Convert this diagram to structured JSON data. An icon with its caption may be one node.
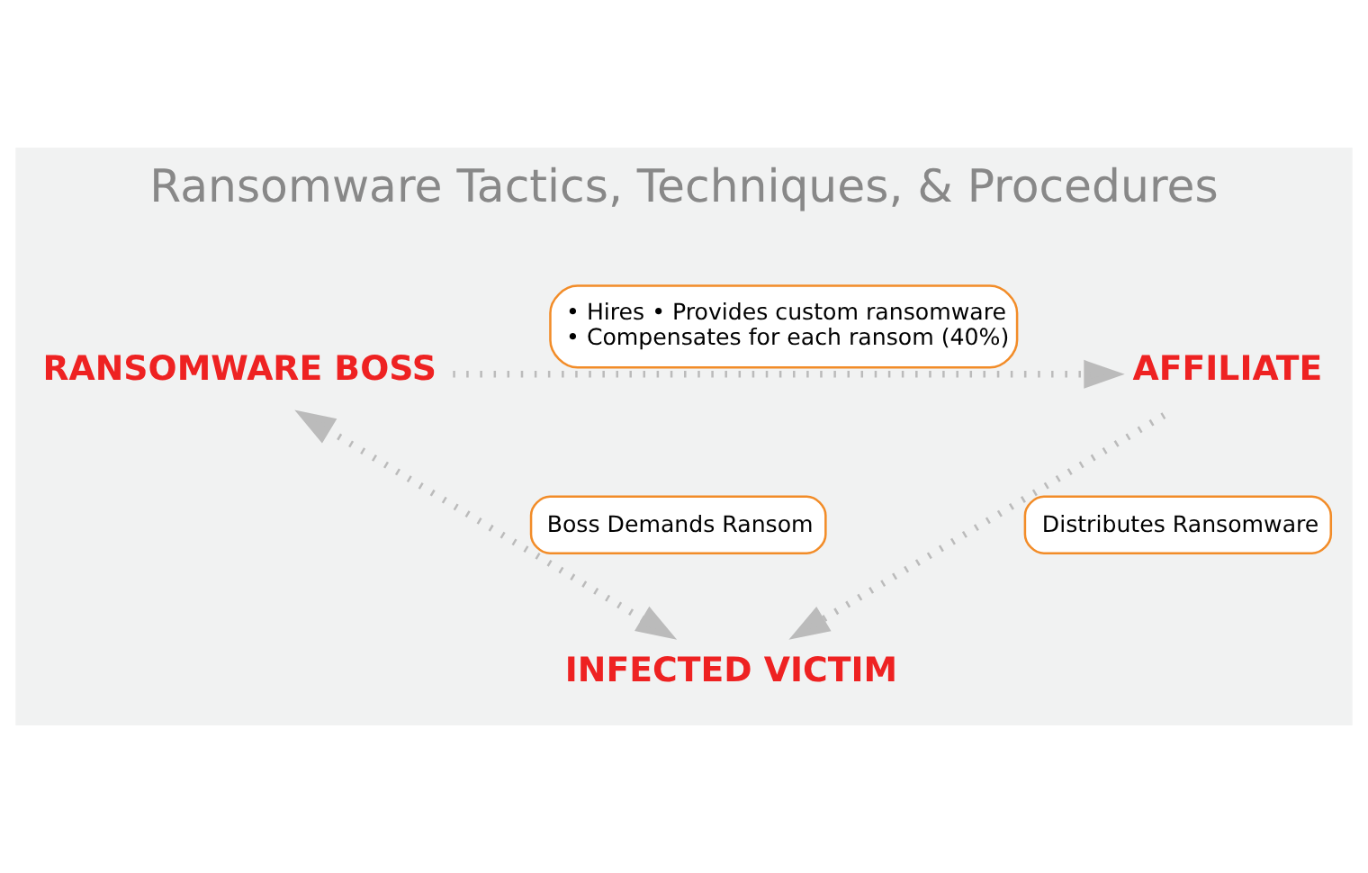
{
  "diagram": {
    "title": "Ransomware Tactics, Techniques, & Procedures",
    "nodes": [
      {
        "text": [
          "RANSOMWARE BOSS"
        ]
      },
      {
        "text": [
          "AFFILIATE"
        ]
      },
      {
        "text": [
          "INFECTED VICTIM"
        ]
      }
    ],
    "edges": [
      {
        "from": 0,
        "to": 1,
        "arrow": "to",
        "label": "• Hires • Provides custom ransomware • Compensates for each ransom (40%)"
      },
      {
        "from": 0,
        "to": 2,
        "arrow": "both",
        "label": "Boss Demands Ransom"
      },
      {
        "from": 1,
        "to": 2,
        "arrow": "to",
        "label": "Distributes Ransomware"
      }
    ]
  }
}
